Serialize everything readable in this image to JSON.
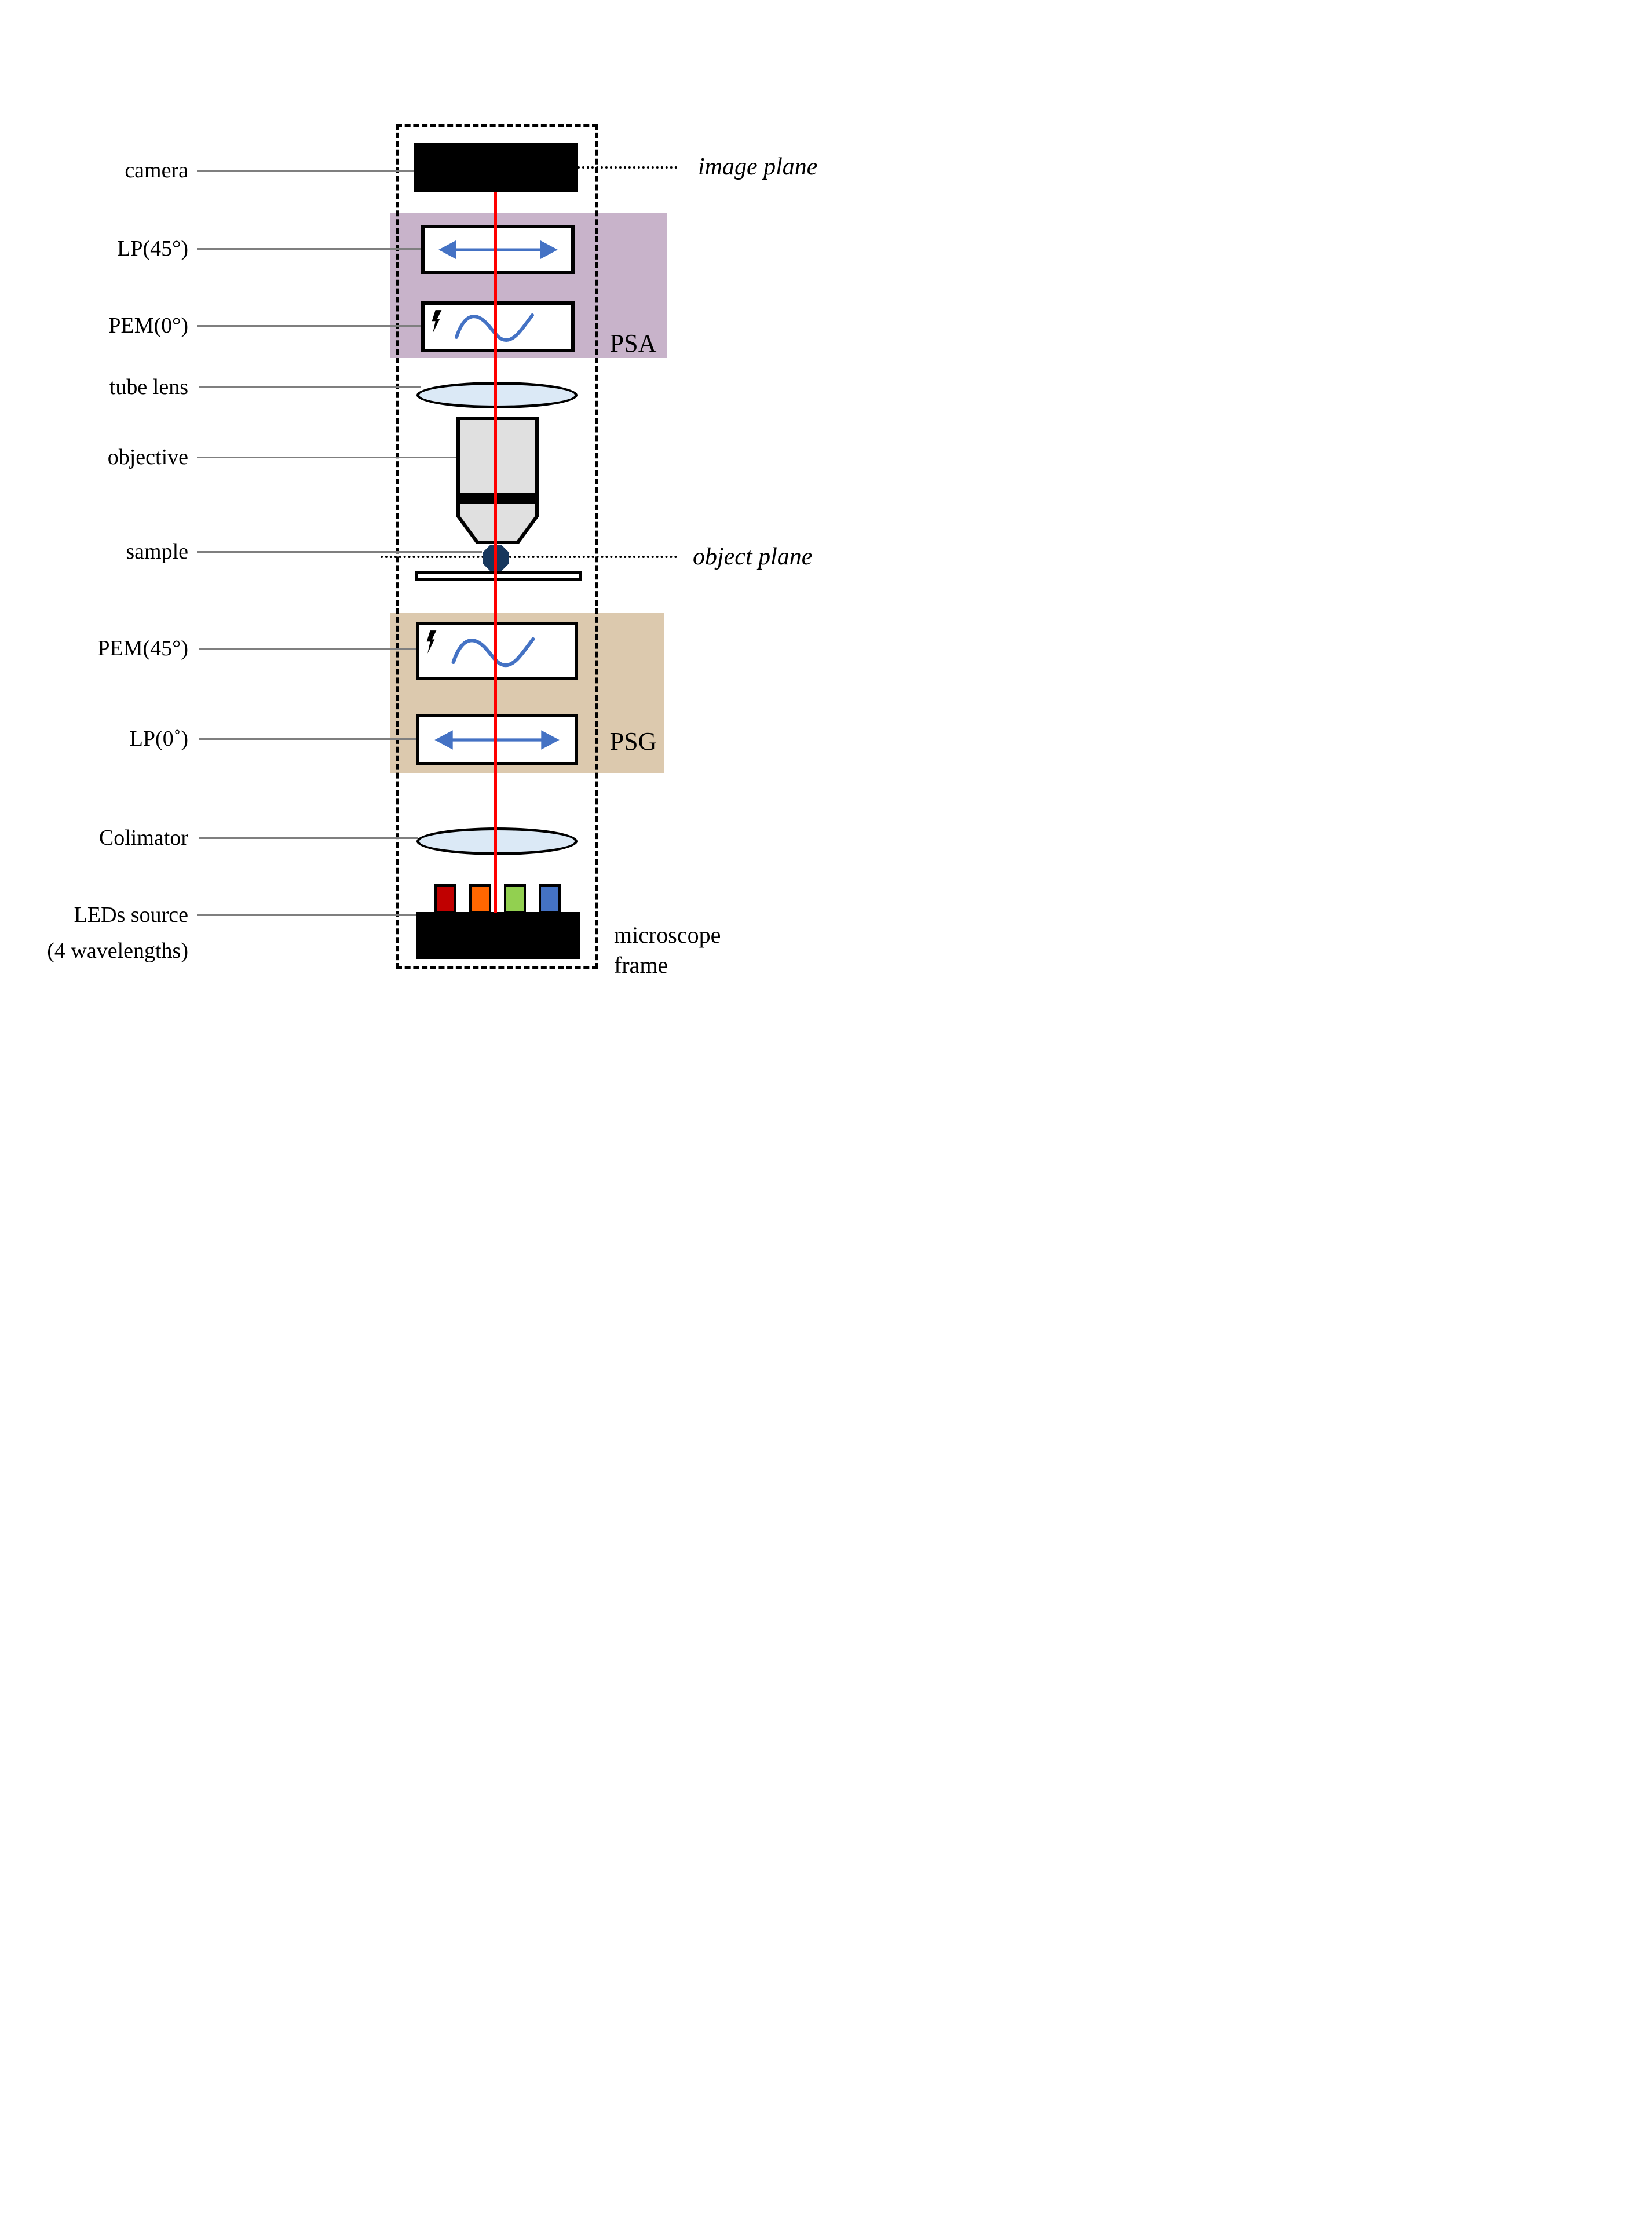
{
  "colors": {
    "psa": "#c8b3ca",
    "psg": "#dcc9ae",
    "lens": "#dbe9f6",
    "objective": "#e0e0e0",
    "sample": "#17375d",
    "beam": "#ff0000",
    "accent": "#4472c4",
    "connector": "#7f7f7f",
    "led_red": "#c00000",
    "led_orange": "#ff6600",
    "led_green": "#92d050",
    "led_blue": "#4472c4"
  },
  "labels": {
    "camera": "camera",
    "lp45": "LP(45°)",
    "pem0": "PEM(0°)",
    "tube_lens": "tube lens",
    "objective": "objective",
    "sample": "sample",
    "pem45": "PEM(45°)",
    "lp0": "LP(0˚)",
    "colimator": "Colimator",
    "leds_line1": "LEDs source",
    "leds_line2": "(4 wavelengths)"
  },
  "annotations": {
    "image_plane": "image plane",
    "object_plane": "object plane",
    "psa": "PSA",
    "psg": "PSG",
    "frame_line1": "microscope",
    "frame_line2": "frame"
  }
}
